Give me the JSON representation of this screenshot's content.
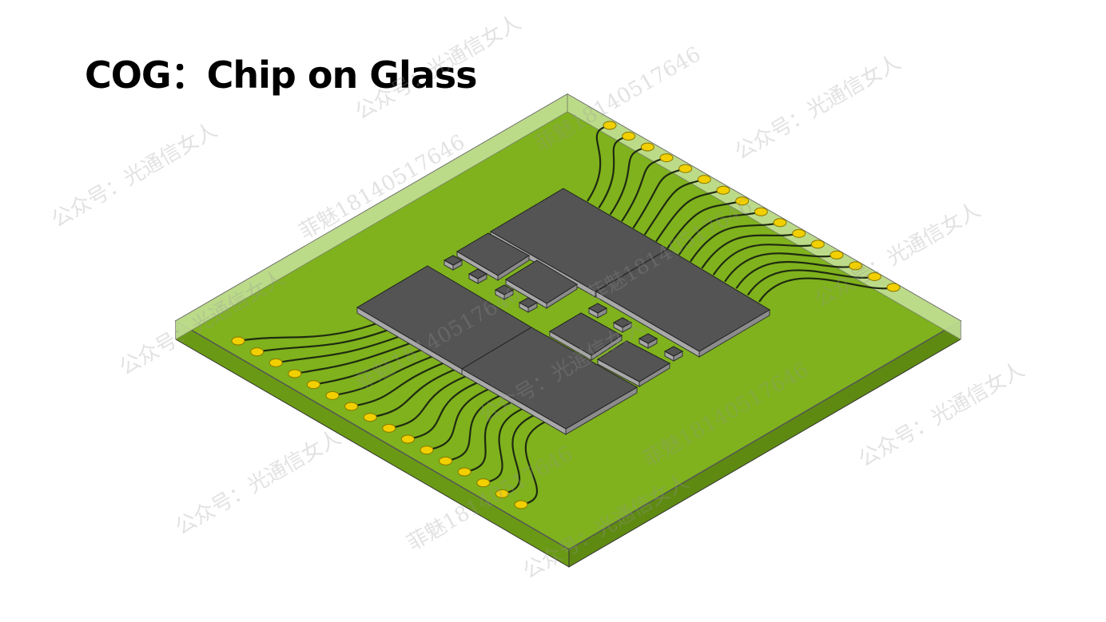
{
  "title": "COG：Chip on Glass",
  "watermarks": {
    "account": "公众号：光通信女人",
    "contact": "菲魅18140517646"
  },
  "colors": {
    "board": "#7fb21d",
    "board_side": "#5e8a12",
    "glass": "#c3df96",
    "chip": "#545454",
    "chip_side": "#a9a9a9",
    "pad": "#f2d000",
    "trace": "#1f2a10"
  },
  "pads_per_side": 16
}
